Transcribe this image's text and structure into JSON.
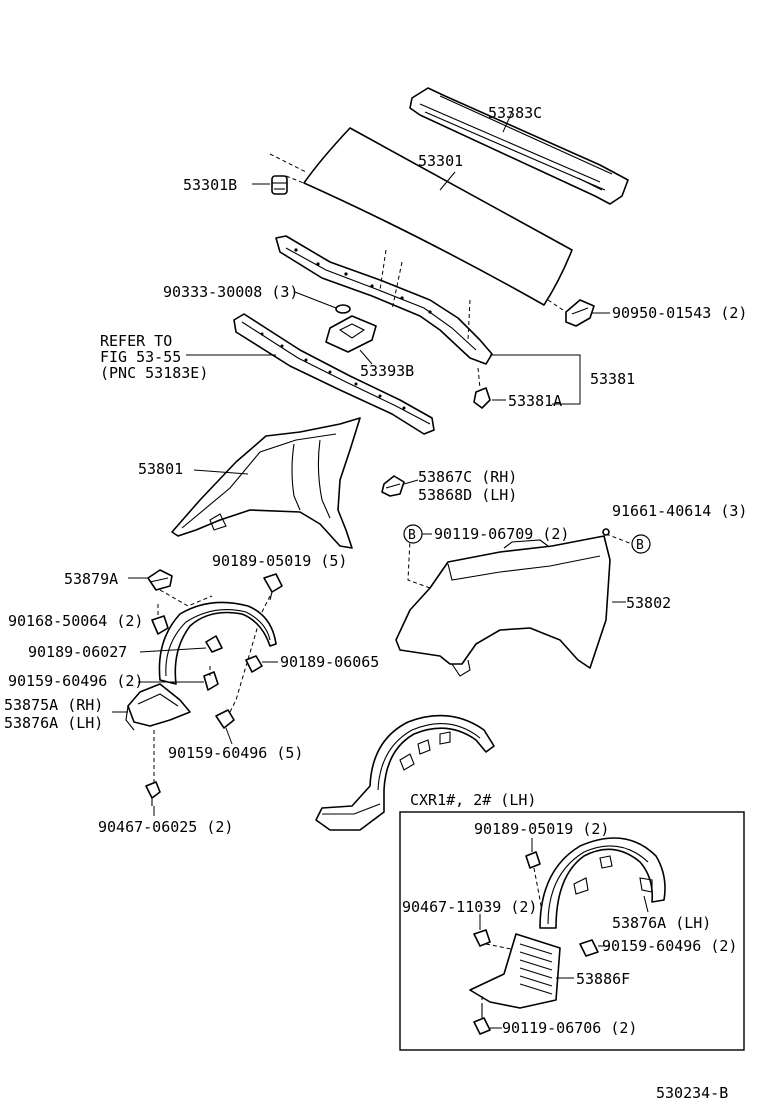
{
  "labels": {
    "p53383C": "53383C",
    "p53301": "53301",
    "p53301B": "53301B",
    "p90333": "90333-30008 (3)",
    "p90950": "90950-01543 (2)",
    "refer1": "REFER TO",
    "refer2": "FIG 53-55",
    "refer3": "(PNC 53183E)",
    "p53393B": "53393B",
    "p53381": "53381",
    "p53381A": "53381A",
    "p53801": "53801",
    "p53867C": "53867C (RH)",
    "p53868D": "53868D (LH)",
    "p90119_06709": "90119-06709 (2)",
    "p91661": "91661-40614 (3)",
    "p90189_05019": "90189-05019 (5)",
    "p53879A": "53879A",
    "p53802": "53802",
    "p90168": "90168-50064 (2)",
    "p90189_06027": "90189-06027",
    "p90189_06065": "90189-06065",
    "p90159_2": "90159-60496 (2)",
    "p53875A": "53875A (RH)",
    "p53876A_a": "53876A (LH)",
    "p90159_5": "90159-60496 (5)",
    "p90467_06025": "90467-06025 (2)",
    "cxr": "CXR1#, 2# (LH)",
    "i90189_05019": "90189-05019 (2)",
    "i90467": "90467-11039 (2)",
    "i53876A": "53876A (LH)",
    "i90159": "90159-60496 (2)",
    "i53886F": "53886F",
    "i90119": "90119-06706 (2)",
    "b1": "B",
    "b2": "B",
    "figure_code": "530234-B"
  }
}
